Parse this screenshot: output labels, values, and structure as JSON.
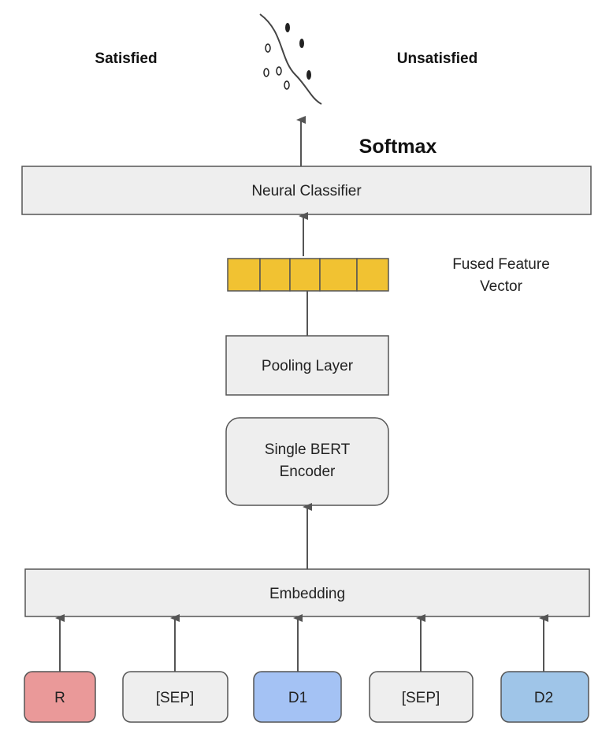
{
  "labels": {
    "satisfied": "Satisfied",
    "unsatisfied": "Unsatisfied",
    "softmax": "Softmax",
    "fused_feature_vector_line1": "Fused Feature",
    "fused_feature_vector_line2": "Vector"
  },
  "boxes": {
    "neural_classifier": "Neural Classifier",
    "pooling_layer": "Pooling Layer",
    "bert_encoder_line1": "Single BERT",
    "bert_encoder_line2": "Encoder",
    "embedding": "Embedding"
  },
  "tokens": [
    {
      "label": "R",
      "color": "#ea9999"
    },
    {
      "label": "[SEP]",
      "color": "#eeeeee"
    },
    {
      "label": "D1",
      "color": "#a4c2f4"
    },
    {
      "label": "[SEP]",
      "color": "#eeeeee"
    },
    {
      "label": "D2",
      "color": "#9fc5e8"
    }
  ],
  "colors": {
    "box_fill": "#eeeeee",
    "stroke": "#555555",
    "feature_cell": "#f1c232"
  }
}
